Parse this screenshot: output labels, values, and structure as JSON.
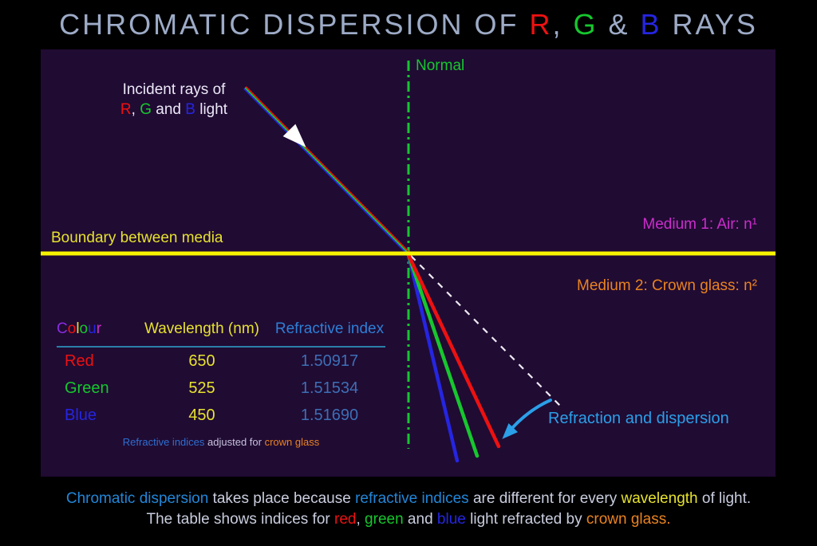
{
  "palette": {
    "bg": "#000000",
    "panel": "#200b33",
    "title": "#9dabc7",
    "white": "#ece9f7",
    "red": "#ed1111",
    "green": "#16c72e",
    "blue": "#2525e2",
    "yellow_line": "#f8f500",
    "yellow_text": "#e6e22e",
    "magenta": "#cb2dcb",
    "orange": "#e98320",
    "table_header_blue": "#2e7fd6",
    "value_blue": "#3d6fb5",
    "footnote_blue": "#2e6fd0",
    "lavender": "#c7c2dc",
    "caption_text": "#c9cdde",
    "caption_blue": "#2286d8",
    "arrow_blue": "#2b9fe8",
    "teal_line": "#2a7fa8",
    "dashed_white": "#eeeaf2"
  },
  "title": {
    "pre": "CHROMATIC DISPERSION OF ",
    "r": "R",
    "sep1": ", ",
    "g": "G",
    "sep2": " & ",
    "b": "B",
    "post": " RAYS"
  },
  "diagram": {
    "incident_label": {
      "line1": "Incident rays of",
      "r": "R",
      "comma": ", ",
      "g": "G",
      "and": " and ",
      "b": "B",
      "rest": " light"
    },
    "normal_label": "Normal",
    "boundary_label": "Boundary between media",
    "medium1_label": "Medium 1: Air: n¹",
    "medium2_label": "Medium 2: Crown glass: n²",
    "refraction_label": "Refraction and dispersion"
  },
  "table": {
    "colour_letters": [
      {
        "ch": "C",
        "color": "#8a2be2"
      },
      {
        "ch": "o",
        "color": "#ed1111"
      },
      {
        "ch": "l",
        "color": "#e6e22e"
      },
      {
        "ch": "o",
        "color": "#16c72e"
      },
      {
        "ch": "u",
        "color": "#2525e2"
      },
      {
        "ch": "r",
        "color": "#cb2dcb"
      }
    ],
    "headers": {
      "wavelength": "Wavelength (nm)",
      "index": "Refractive index"
    },
    "rows": [
      {
        "colour": "Red",
        "color": "#ed1111",
        "wavelength": "650",
        "index": "1.50917"
      },
      {
        "colour": "Green",
        "color": "#16c72e",
        "wavelength": "525",
        "index": "1.51534"
      },
      {
        "colour": "Blue",
        "color": "#2525e2",
        "wavelength": "450",
        "index": "1.51690"
      }
    ],
    "footnote": {
      "p1": "Refractive indices",
      "p2": " adjusted for ",
      "p3": "crown glass"
    }
  },
  "caption": {
    "line1": {
      "t1": "Chromatic dispersion",
      "t2": " takes place because ",
      "t3": "refractive indices",
      "t4": " are different for every ",
      "t5": "wavelength",
      "t6": " of light."
    },
    "line2": {
      "t1": "The table shows indices for ",
      "t2": "red",
      "t3": ", ",
      "t4": "green",
      "t5": " and ",
      "t6": "blue",
      "t7": " light refracted by ",
      "t8": "crown glass."
    }
  }
}
